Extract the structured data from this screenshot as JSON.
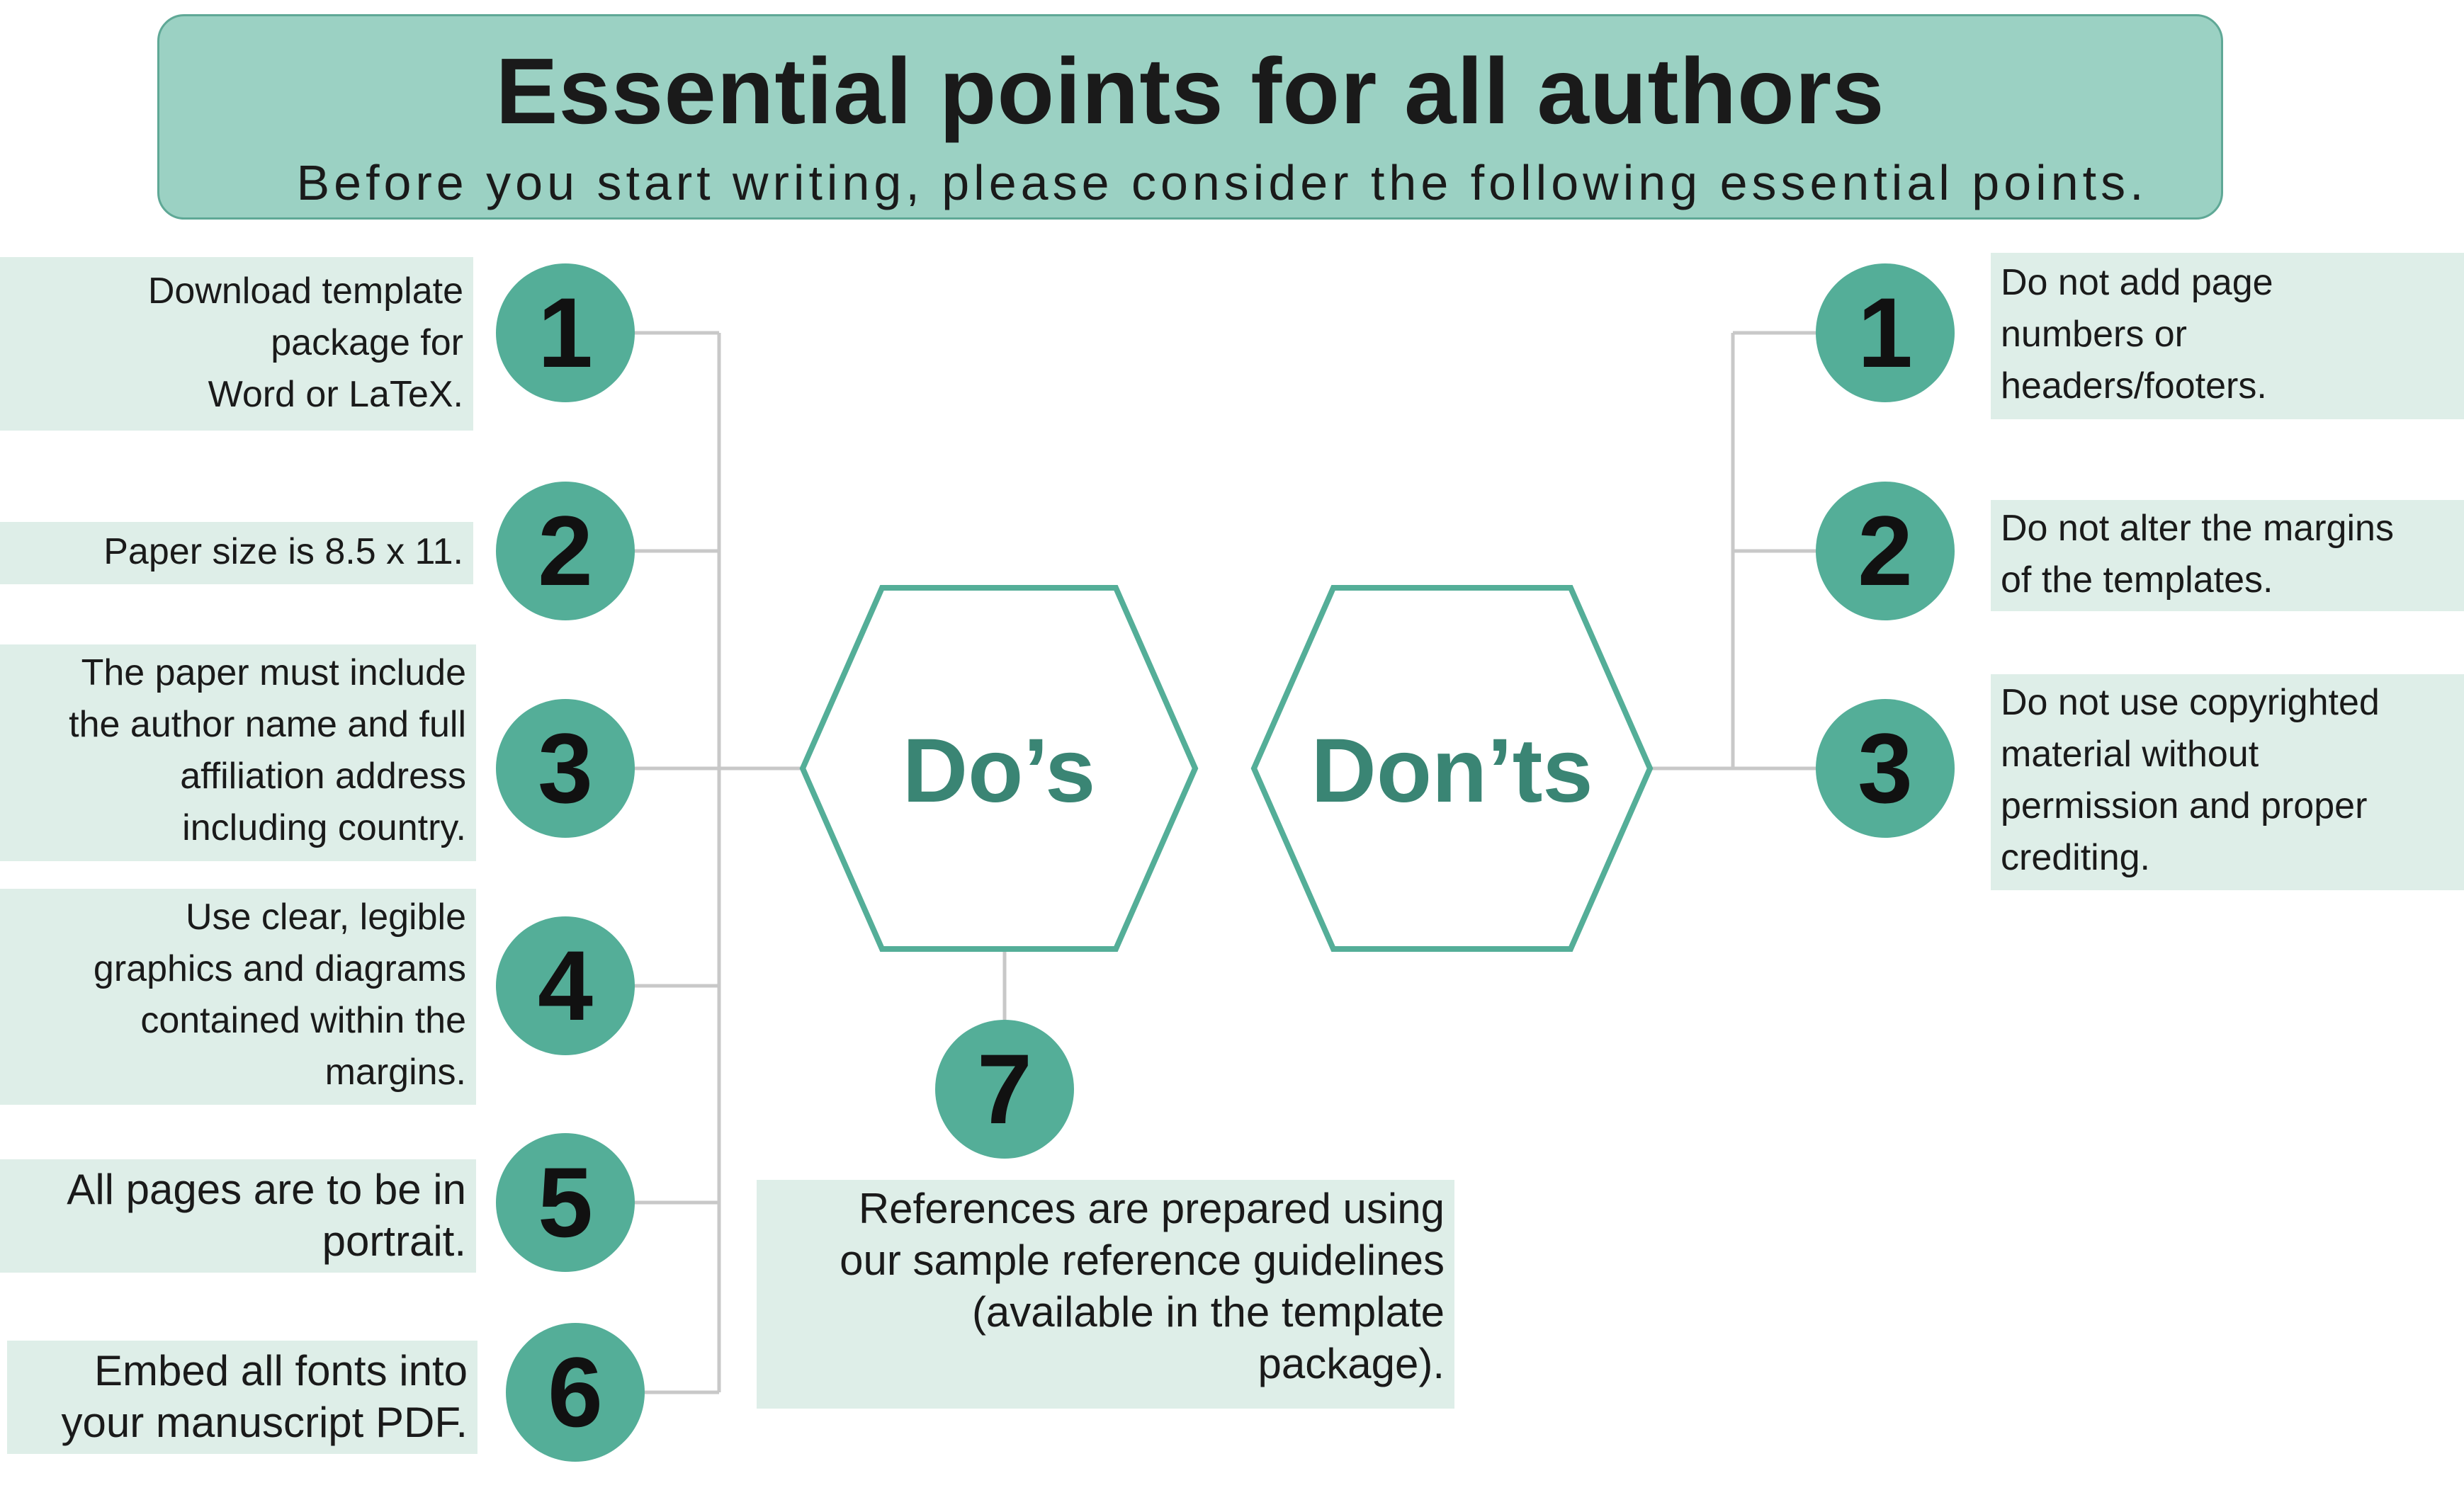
{
  "header": {
    "title": "Essential points for all authors",
    "subtitle": "Before you start writing, please consider the following essential points."
  },
  "hexagons": {
    "dos": "Do’s",
    "donts": "Don’ts"
  },
  "dos_items": [
    {
      "number": "1",
      "text": "Download template\npackage for\nWord or LaTeX."
    },
    {
      "number": "2",
      "text": "Paper size is 8.5 x 11."
    },
    {
      "number": "3",
      "text": "The paper must include\nthe author name and full\naffiliation address\nincluding country."
    },
    {
      "number": "4",
      "text": "Use clear, legible\ngraphics and diagrams\ncontained within the\nmargins."
    },
    {
      "number": "5",
      "text": "All pages are to be in\nportrait."
    },
    {
      "number": "6",
      "text": "Embed all fonts into\nyour manuscript PDF."
    },
    {
      "number": "7",
      "text": "References are prepared using\nour sample reference guidelines\n(available in the template\npackage)."
    }
  ],
  "donts_items": [
    {
      "number": "1",
      "text": "Do not add page\nnumbers or\nheaders/footers."
    },
    {
      "number": "2",
      "text": "Do not alter the margins\nof the templates."
    },
    {
      "number": "3",
      "text": "Do not use copyrighted\nmaterial without\npermission and proper\ncrediting."
    }
  ],
  "colors": {
    "header_fill": "#9bd1c3",
    "circle_fill": "#54ae98",
    "box_fill": "#deeee8",
    "hex_stroke": "#54ae98",
    "hex_text": "#3a8574",
    "connector": "#c8c8c8"
  }
}
